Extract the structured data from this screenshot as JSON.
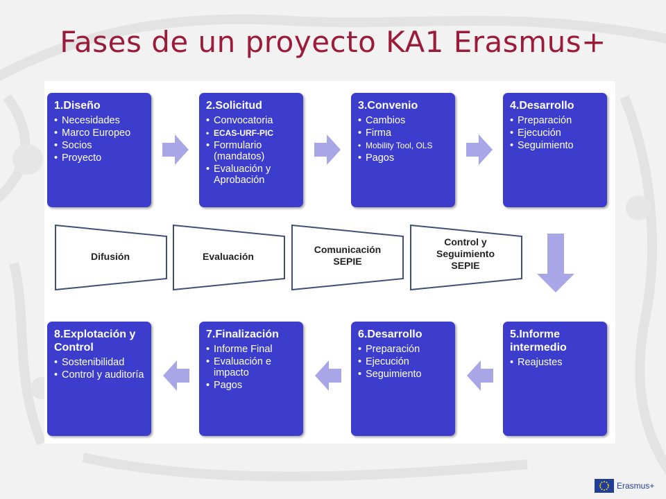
{
  "title": "Fases de un proyecto KA1 Erasmus+",
  "colors": {
    "title": "#9b1c3a",
    "box": "#3c3dcc",
    "arrow": "#a9a6e8"
  },
  "boxes": [
    {
      "title": "1.Diseño",
      "items": [
        "Necesidades",
        "Marco Europeo",
        "Socios",
        "Proyecto"
      ]
    },
    {
      "title": "2.Solicitud",
      "items": [
        "Convocatoria",
        "ECAS-URF-PIC",
        "Formulario (mandatos)",
        "Evaluación y Aprobación"
      ]
    },
    {
      "title": "3.Convenio",
      "items": [
        "Cambios",
        "Firma",
        "Mobility Tool, OLS",
        "Pagos"
      ]
    },
    {
      "title": "4.Desarrollo",
      "items": [
        "Preparación",
        "Ejecución",
        "Seguimiento"
      ]
    },
    {
      "title": "8.Explotación y Control",
      "items": [
        "Sostenibilidad",
        "Control y auditoría"
      ]
    },
    {
      "title": "7.Finalización",
      "items": [
        "Informe Final",
        "Evaluación e impacto",
        "Pagos"
      ]
    },
    {
      "title": "6.Desarrollo",
      "items": [
        "Preparación",
        "Ejecución",
        "Seguimiento"
      ]
    },
    {
      "title": "5.Informe intermedio",
      "items": [
        "Reajustes"
      ]
    }
  ],
  "transversal": [
    {
      "label": "Difusión"
    },
    {
      "label": "Evaluación"
    },
    {
      "label": "Comunicación SEPIE"
    },
    {
      "label": "Control y Seguimiento SEPIE"
    }
  ],
  "logo": {
    "icon": "eu-flag-icon",
    "text": "Erasmus+"
  }
}
